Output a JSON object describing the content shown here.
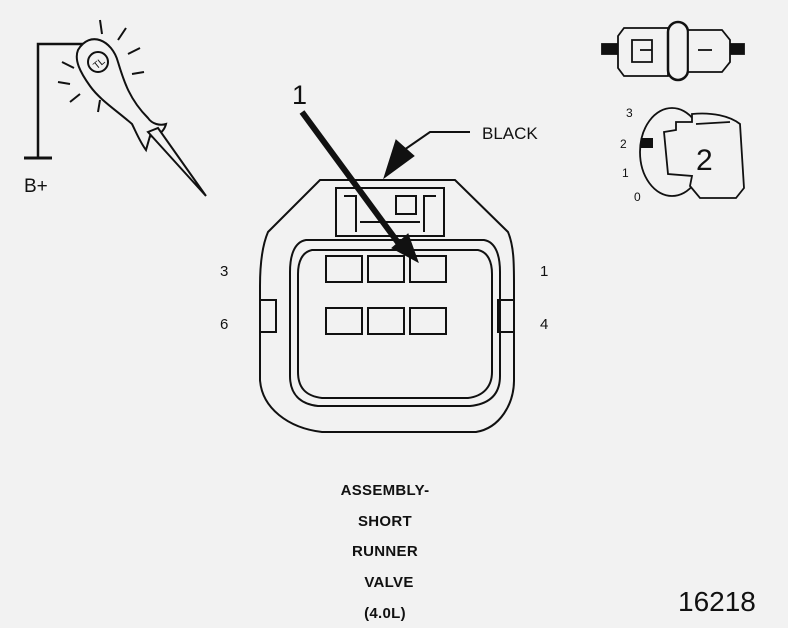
{
  "test_lamp": {
    "label": "B+"
  },
  "callout": {
    "number": "1",
    "wire_color": "BLACK"
  },
  "pin_labels": {
    "top_left": "3",
    "bottom_left": "6",
    "top_right": "1",
    "bottom_right": "4"
  },
  "connector_view": {
    "scale": [
      "3",
      "2",
      "1",
      "0"
    ],
    "key_number": "2"
  },
  "caption": {
    "lines": [
      "ASSEMBLY-",
      "SHORT",
      "RUNNER",
      "VALVE",
      "(4.0L)"
    ]
  },
  "figure_number": "16218"
}
